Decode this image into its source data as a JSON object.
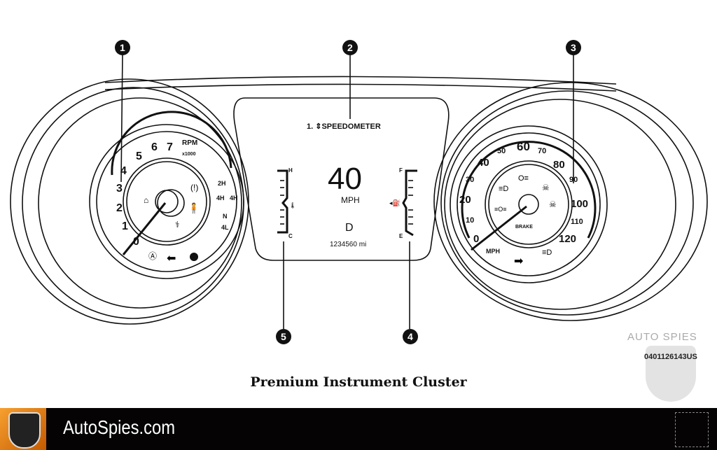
{
  "callouts": [
    "1",
    "2",
    "3",
    "4",
    "5"
  ],
  "display": {
    "menu_title": "1. ⇕SPEEDOMETER",
    "speed": "40",
    "speed_unit": "MPH",
    "gear": "D",
    "odometer": "1234560 mi",
    "temp_hot": "H",
    "temp_cold": "C",
    "fuel_full": "F",
    "fuel_empty": "E"
  },
  "tachometer": {
    "labels": [
      "0",
      "1",
      "2",
      "3",
      "4",
      "5",
      "6",
      "7"
    ],
    "unit": "RPM",
    "multiplier": "x1000",
    "drive_modes": [
      "2H",
      "4H",
      "4H",
      "N",
      "4L"
    ],
    "needle_value": 0
  },
  "speedometer": {
    "labels": [
      "0",
      "10",
      "20",
      "30",
      "40",
      "50",
      "60",
      "70",
      "80",
      "90",
      "100",
      "110",
      "120"
    ],
    "unit": "MPH",
    "brake_label": "BRAKE",
    "needle_value": 0
  },
  "caption": "Premium Instrument Cluster",
  "watermark": {
    "brand": "AUTO SPIES",
    "code": "0401126143US"
  },
  "footer": {
    "site": "AutoSpies.com"
  }
}
